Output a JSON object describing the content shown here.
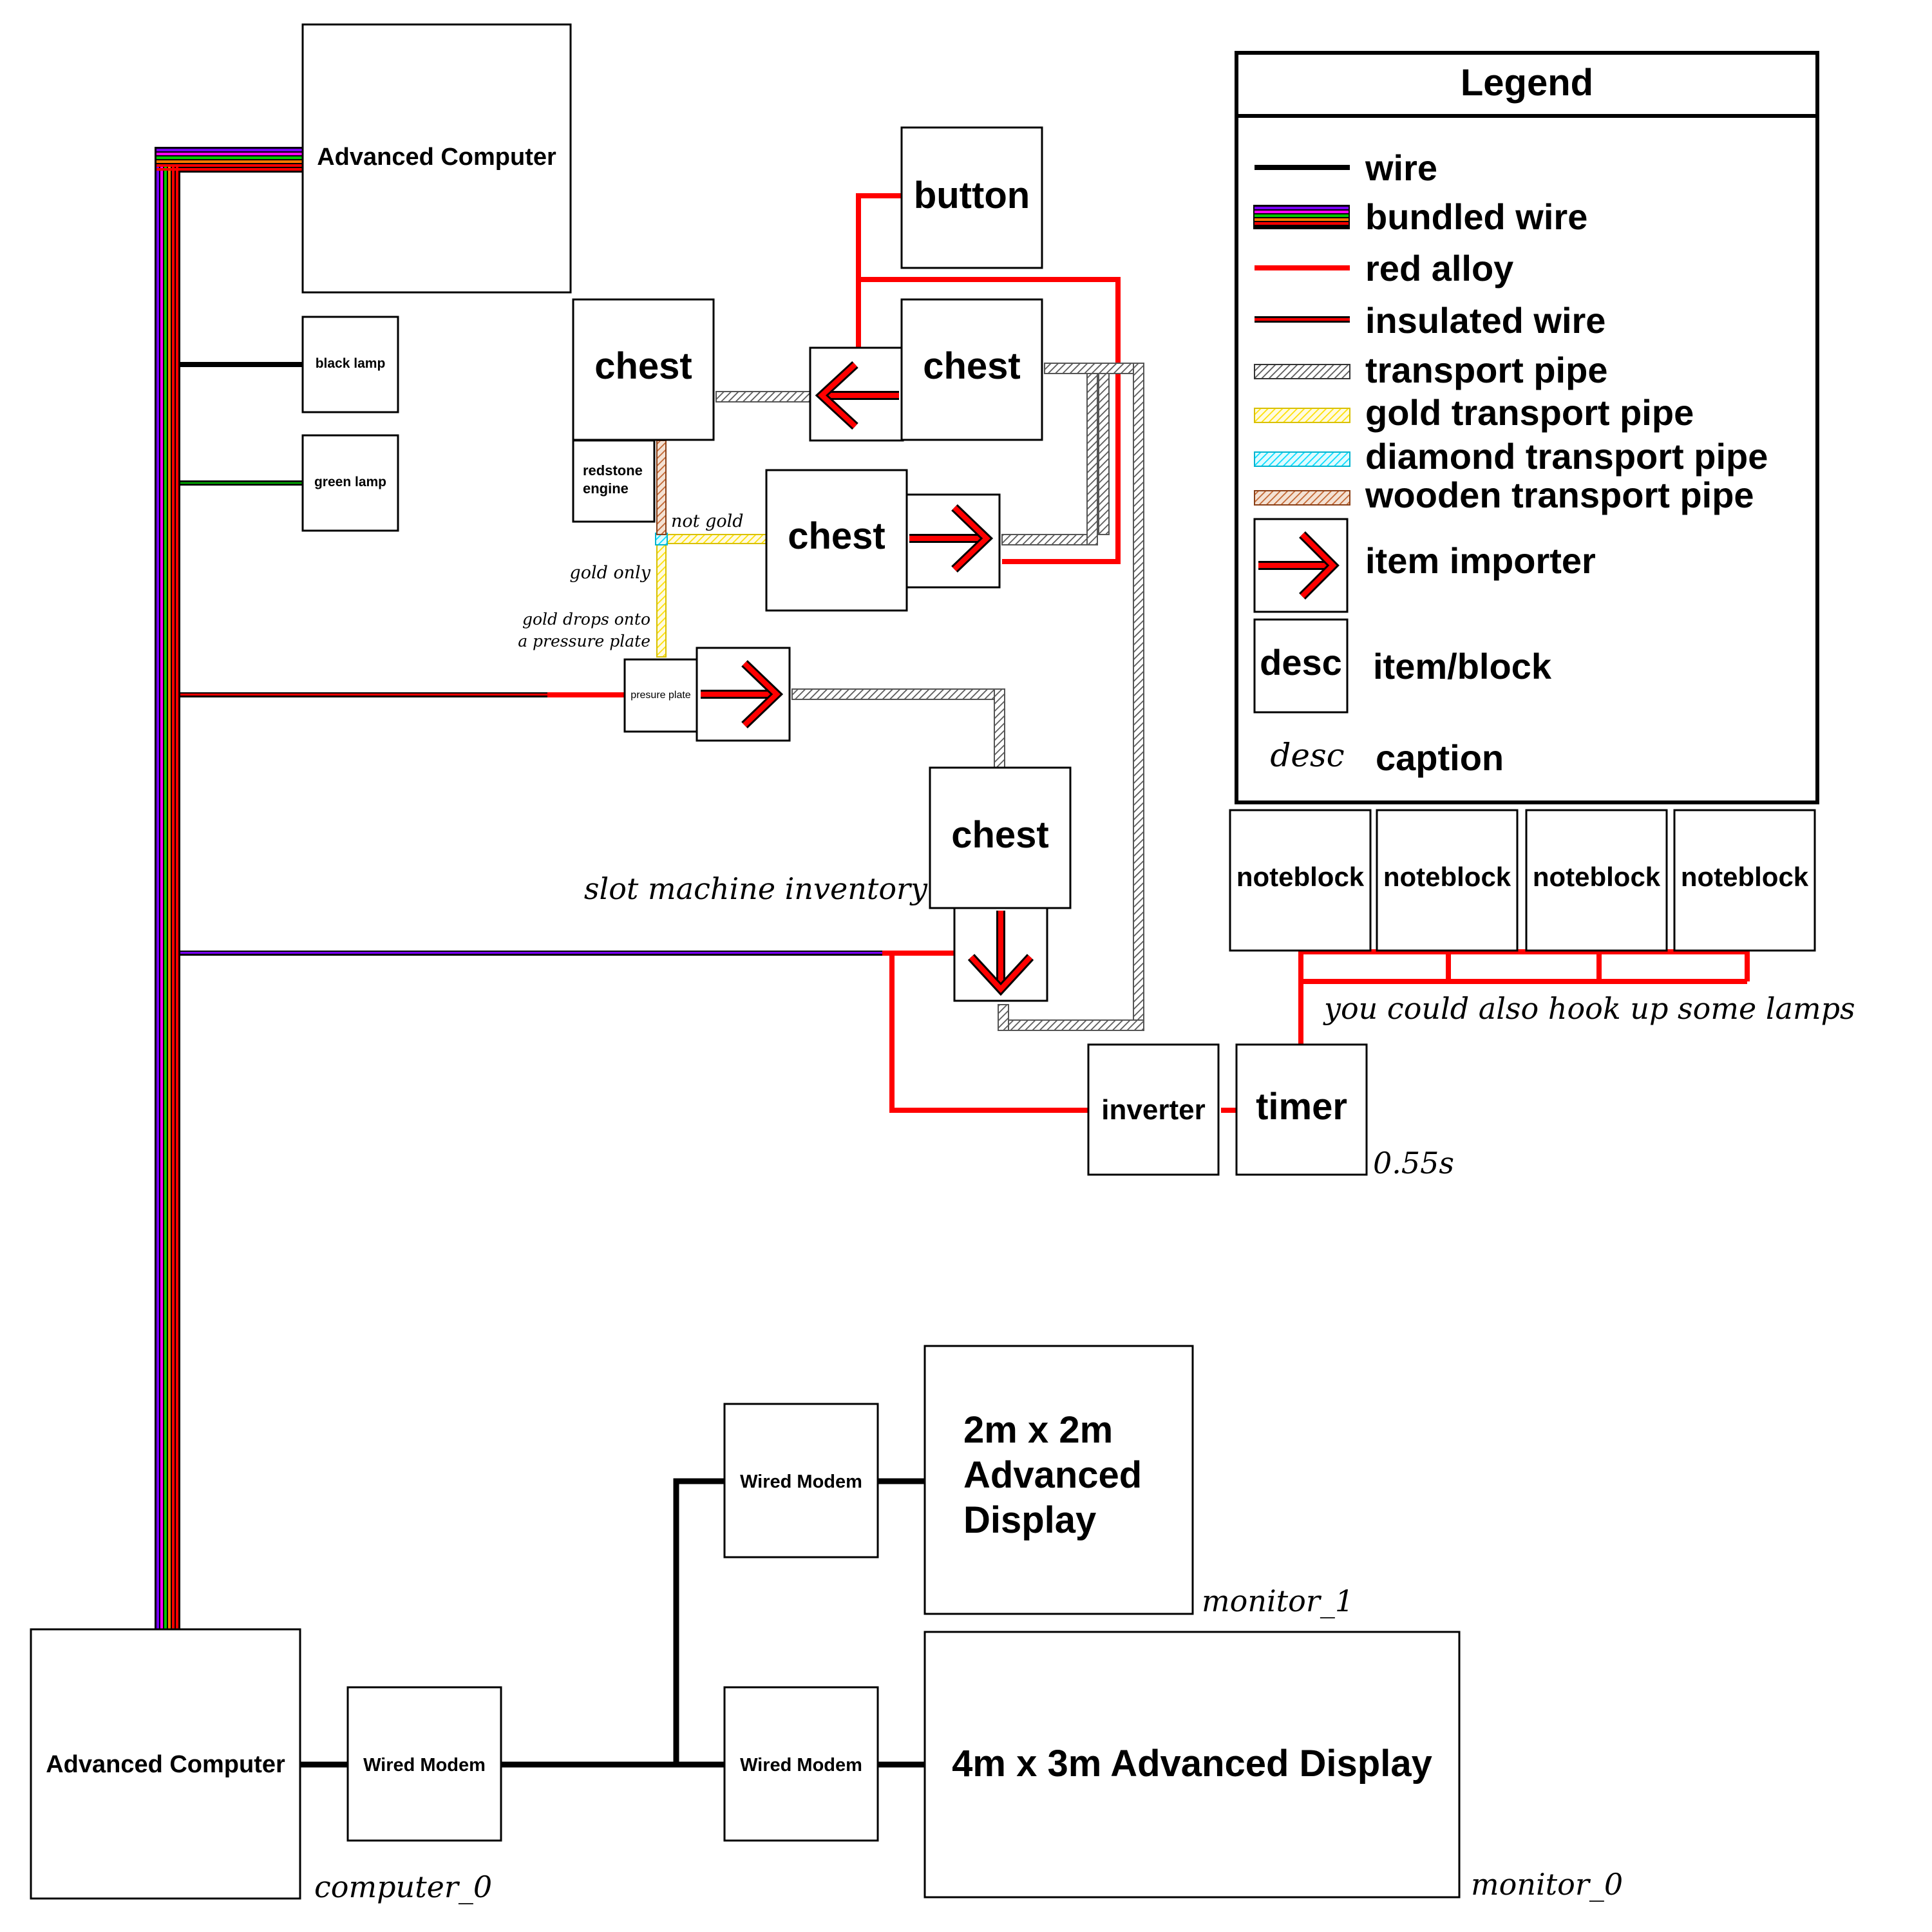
{
  "blocks": {
    "advanced_computer_top": "Advanced Computer",
    "black_lamp": "black lamp",
    "green_lamp": "green lamp",
    "chest_left": "chest",
    "chest_right": "chest",
    "chest_middle": "chest",
    "chest_bottom": "chest",
    "button": "button",
    "redstone_engine_line1": "redstone",
    "redstone_engine_line2": "engine",
    "pressure_plate": "presure plate",
    "inverter": "inverter",
    "timer": "timer",
    "noteblocks": [
      "noteblock",
      "noteblock",
      "noteblock",
      "noteblock"
    ],
    "advanced_computer_bottom": "Advanced Computer",
    "wired_modem_computer": "Wired Modem",
    "wired_modem_top": "Wired Modem",
    "wired_modem_bottom": "Wired Modem",
    "display_small_lines": [
      "2m x 2m",
      "Advanced",
      "Display"
    ],
    "display_large": "4m x 3m Advanced Display"
  },
  "captions": {
    "not_gold": "not gold",
    "gold_only": "gold only",
    "gold_drops_line1": "gold drops onto",
    "gold_drops_line2": "a pressure plate",
    "slot_machine": "slot machine inventory",
    "lamps_hint": "you could also hook up some lamps",
    "timer_value": "0.55s",
    "monitor_1": "monitor_1",
    "monitor_0": "monitor_0",
    "computer_0": "computer_0"
  },
  "legend": {
    "title": "Legend",
    "items": [
      {
        "label": "wire",
        "icon": "wire"
      },
      {
        "label": "bundled wire",
        "icon": "bundled-wire"
      },
      {
        "label": "red alloy",
        "icon": "red-alloy"
      },
      {
        "label": "insulated wire",
        "icon": "insulated-wire"
      },
      {
        "label": "transport pipe",
        "icon": "transport-pipe"
      },
      {
        "label": "gold transport pipe",
        "icon": "gold-transport-pipe"
      },
      {
        "label": "diamond transport pipe",
        "icon": "diamond-transport-pipe"
      },
      {
        "label": "wooden transport pipe",
        "icon": "wooden-transport-pipe"
      },
      {
        "label": "item importer",
        "icon": "item-importer"
      },
      {
        "label": "item/block",
        "icon": "item-block"
      },
      {
        "label": "caption",
        "icon": "caption"
      }
    ],
    "sample_block": "desc",
    "sample_caption": "desc"
  },
  "colors": {
    "wire": "#000000",
    "red_alloy": "#ff0000",
    "insulated_core": "#7a0000",
    "gold_pipe": "#ffee00",
    "diamond_pipe": "#00e5ff",
    "wood_pipe": "#c0622d",
    "bundle": [
      "#7a00ff",
      "#ff00ff",
      "#00c800",
      "#000000",
      "#ff7a00",
      "#ff0000"
    ]
  }
}
